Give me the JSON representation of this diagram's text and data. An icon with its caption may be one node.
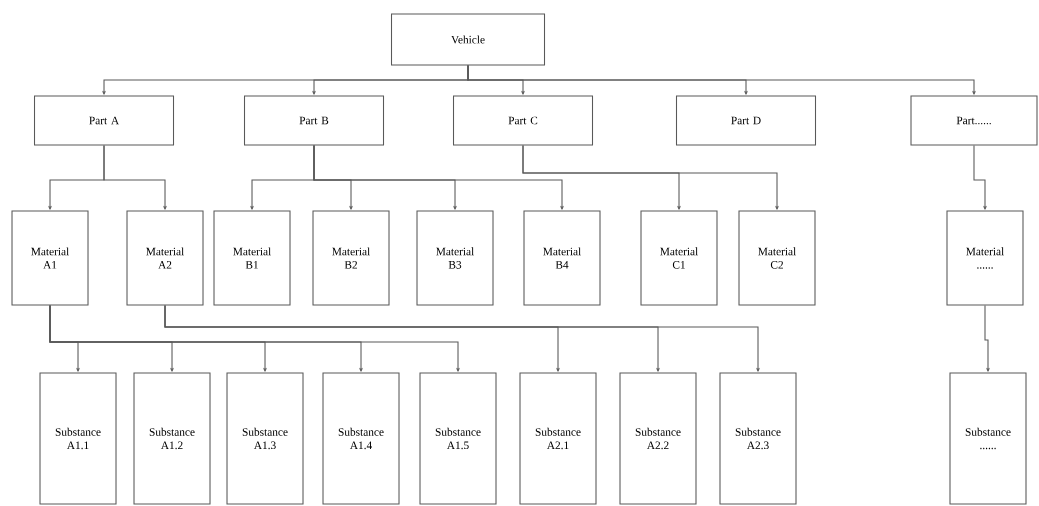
{
  "diagram": {
    "nodes": [
      {
        "text": [
          "Vehicle"
        ]
      },
      {
        "text": [
          "Part A"
        ]
      },
      {
        "text": [
          "Part B"
        ]
      },
      {
        "text": [
          "Part C"
        ]
      },
      {
        "text": [
          "Part D"
        ]
      },
      {
        "text": [
          "Part......"
        ]
      },
      {
        "text": [
          "Material A1"
        ]
      },
      {
        "text": [
          "Material A2"
        ]
      },
      {
        "text": [
          "Material B1"
        ]
      },
      {
        "text": [
          "Material B2"
        ]
      },
      {
        "text": [
          "Material B3"
        ]
      },
      {
        "text": [
          "Material B4"
        ]
      },
      {
        "text": [
          "Material C1"
        ]
      },
      {
        "text": [
          "Material C2"
        ]
      },
      {
        "text": [
          "Material ......"
        ]
      },
      {
        "text": [
          "Substance A1.1"
        ]
      },
      {
        "text": [
          "Substance A1.2"
        ]
      },
      {
        "text": [
          "Substance A1.3"
        ]
      },
      {
        "text": [
          "Substance A1.4"
        ]
      },
      {
        "text": [
          "Substance A1.5"
        ]
      },
      {
        "text": [
          "Substance A2.1"
        ]
      },
      {
        "text": [
          "Substance A2.2"
        ]
      },
      {
        "text": [
          "Substance A2.3"
        ]
      },
      {
        "text": [
          "Substance ......"
        ]
      }
    ],
    "edges": [
      {
        "from": 0,
        "to": 1,
        "arrow": "to"
      },
      {
        "from": 0,
        "to": 2,
        "arrow": "to"
      },
      {
        "from": 0,
        "to": 3,
        "arrow": "to"
      },
      {
        "from": 0,
        "to": 4,
        "arrow": "to"
      },
      {
        "from": 0,
        "to": 5,
        "arrow": "to"
      },
      {
        "from": 1,
        "to": 6,
        "arrow": "to"
      },
      {
        "from": 1,
        "to": 7,
        "arrow": "to"
      },
      {
        "from": 2,
        "to": 8,
        "arrow": "to"
      },
      {
        "from": 2,
        "to": 9,
        "arrow": "to"
      },
      {
        "from": 2,
        "to": 10,
        "arrow": "to"
      },
      {
        "from": 2,
        "to": 11,
        "arrow": "to"
      },
      {
        "from": 3,
        "to": 12,
        "arrow": "to"
      },
      {
        "from": 3,
        "to": 13,
        "arrow": "to"
      },
      {
        "from": 5,
        "to": 14,
        "arrow": "to"
      },
      {
        "from": 6,
        "to": 15,
        "arrow": "to"
      },
      {
        "from": 6,
        "to": 16,
        "arrow": "to"
      },
      {
        "from": 6,
        "to": 17,
        "arrow": "to"
      },
      {
        "from": 6,
        "to": 18,
        "arrow": "to"
      },
      {
        "from": 6,
        "to": 19,
        "arrow": "to"
      },
      {
        "from": 7,
        "to": 20,
        "arrow": "to"
      },
      {
        "from": 7,
        "to": 21,
        "arrow": "to"
      },
      {
        "from": 7,
        "to": 22,
        "arrow": "to"
      },
      {
        "from": 14,
        "to": 23,
        "arrow": "to"
      }
    ]
  }
}
